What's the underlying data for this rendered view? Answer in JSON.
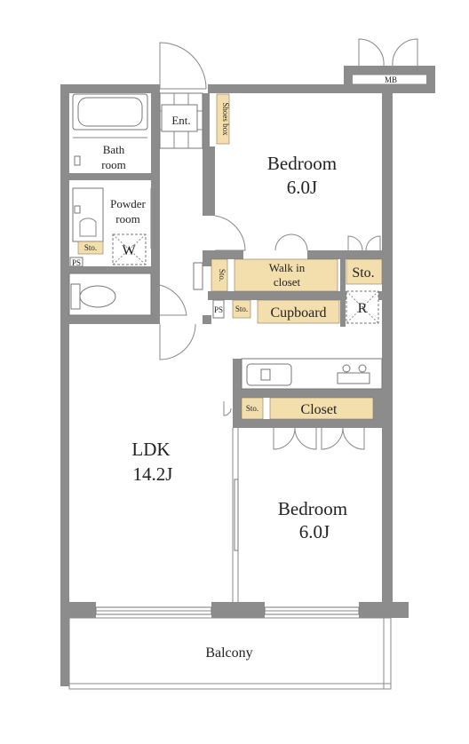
{
  "rooms": {
    "entrance": "Ent.",
    "shoes_box": "Shoes box",
    "bath_line1": "Bath",
    "bath_line2": "room",
    "powder_line1": "Powder",
    "powder_line2": "room",
    "washer": "W",
    "bedroom1_name": "Bedroom",
    "bedroom1_size": "6.0J",
    "walk_in_line1": "Walk in",
    "walk_in_line2": "closet",
    "storage_large": "Sto.",
    "storage_small": "Sto.",
    "cupboard": "Cupboard",
    "refrigerator": "R",
    "pipe_space": "PS",
    "ldk_name": "LDK",
    "ldk_size": "14.2J",
    "closet": "Closet",
    "bedroom2_name": "Bedroom",
    "bedroom2_size": "6.0J",
    "balcony": "Balcony",
    "meter_box": "MB"
  },
  "colors": {
    "wall": "#8c8c8c",
    "storage_fill": "#f3dfae",
    "line": "#888888"
  }
}
